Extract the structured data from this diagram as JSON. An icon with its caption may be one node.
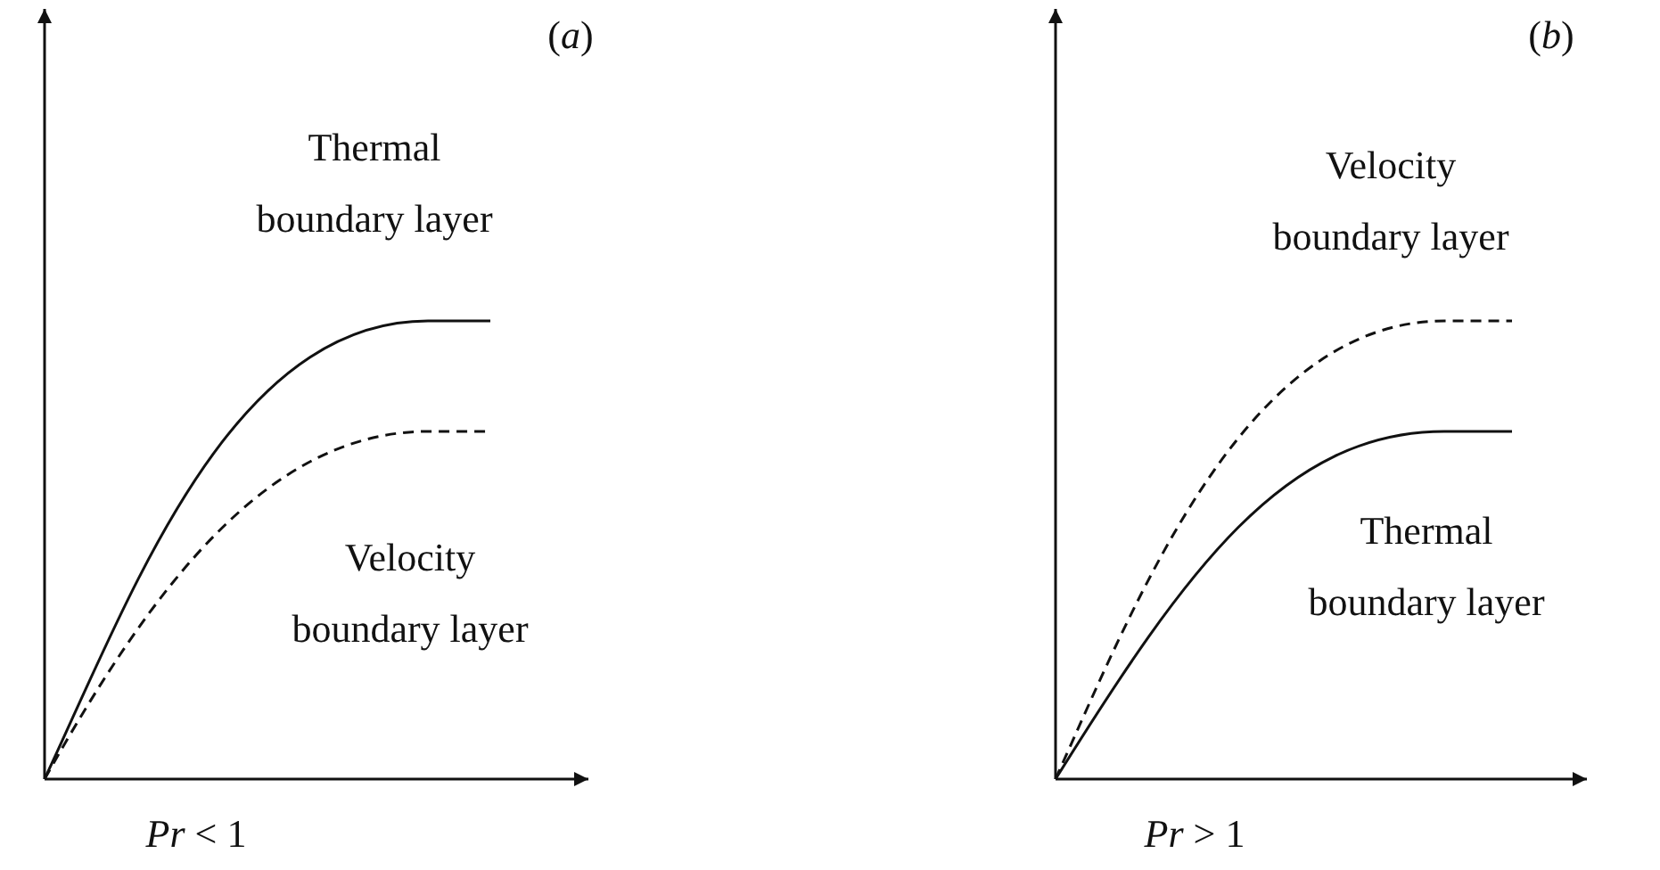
{
  "diagram": {
    "labels": [
      "(*a*)",
      "Thermal boundary layer",
      "Velocity boundary layer",
      "*Pr* < 1",
      "(*b*)",
      "Velocity boundary layer",
      "Thermal boundary layer",
      "*Pr* > 1"
    ]
  }
}
